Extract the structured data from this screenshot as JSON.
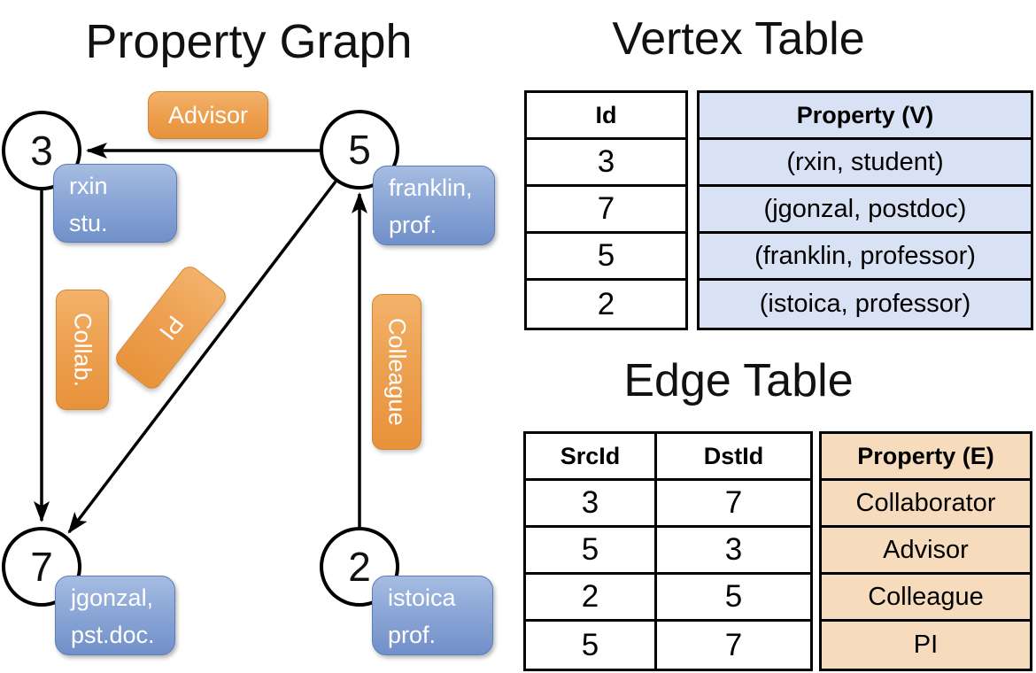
{
  "graph": {
    "title": "Property Graph",
    "nodes": [
      {
        "id": "3",
        "label_lines": [
          "rxin",
          "stu."
        ]
      },
      {
        "id": "5",
        "label_lines": [
          "franklin,",
          "prof."
        ]
      },
      {
        "id": "7",
        "label_lines": [
          "jgonzal,",
          "pst.doc."
        ]
      },
      {
        "id": "2",
        "label_lines": [
          "istoica",
          "prof."
        ]
      }
    ],
    "edge_labels": {
      "advisor": "Advisor",
      "collab": "Collab.",
      "pi": "PI",
      "colleague": "Colleague"
    }
  },
  "vertex_table": {
    "title": "Vertex Table",
    "columns": [
      "Id",
      "Property (V)"
    ],
    "rows": [
      [
        "3",
        "(rxin, student)"
      ],
      [
        "7",
        "(jgonzal, postdoc)"
      ],
      [
        "5",
        "(franklin, professor)"
      ],
      [
        "2",
        "(istoica, professor)"
      ]
    ]
  },
  "edge_table": {
    "title": "Edge Table",
    "columns": [
      "SrcId",
      "DstId",
      "Property (E)"
    ],
    "rows": [
      [
        "3",
        "7",
        "Collaborator"
      ],
      [
        "5",
        "3",
        "Advisor"
      ],
      [
        "2",
        "5",
        "Colleague"
      ],
      [
        "5",
        "7",
        "PI"
      ]
    ]
  },
  "colors": {
    "edge_label_orange_top": "#F3B26A",
    "edge_label_orange_bottom": "#E8923B",
    "vertex_label_blue_top": "#A6BCE2",
    "vertex_label_blue_bottom": "#7190CA",
    "vertex_table_property_fill": "#D9E2F4",
    "edge_table_property_fill": "#F6DCBC",
    "line_color": "#000000",
    "label_text": "#FFFFFF"
  }
}
